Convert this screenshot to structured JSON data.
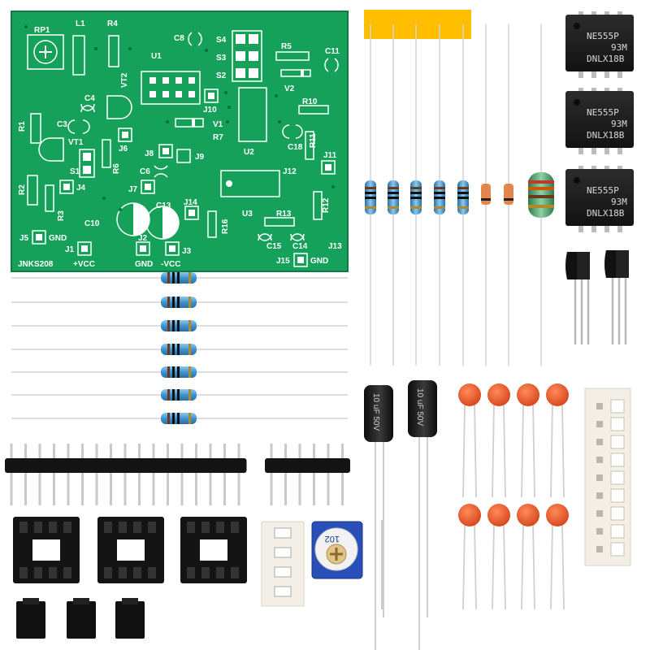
{
  "pcb": {
    "board_name": "JNKS208",
    "labels": {
      "rp1": "RP1",
      "l1": "L1",
      "r4": "R4",
      "c8": "C8",
      "u1": "U1",
      "s4": "S4",
      "s3": "S3",
      "s2": "S2",
      "r5": "R5",
      "c11": "C11",
      "v2": "V2",
      "vt2": "VT2",
      "c4": "C4",
      "r1": "R1",
      "c3": "C3",
      "j6": "J6",
      "j10": "J10",
      "r10": "R10",
      "v1": "V1",
      "r7": "R7",
      "u2": "U2",
      "c18": "C18",
      "r11": "R11",
      "vt1": "VT1",
      "s1": "S1",
      "r6": "R6",
      "j8": "J8",
      "j9": "J9",
      "j11": "J11",
      "c6": "C6",
      "j12": "J12",
      "r2": "R2",
      "r3": "R3",
      "j4": "J4",
      "j7": "J7",
      "c13": "C13",
      "j14": "J14",
      "u3": "U3",
      "r12": "R12",
      "c10": "C10",
      "r13": "R13",
      "r16": "R16",
      "j5": "J5",
      "gnd1": "GND",
      "j1": "J1",
      "j2": "J2",
      "j3": "J3",
      "c15": "C15",
      "c14": "C14",
      "j13": "J13",
      "vcc_plus": "+VCC",
      "gnd2": "GND",
      "vcc_minus": "-VCC",
      "j15": "J15",
      "gnd3": "GND"
    }
  },
  "ics": [
    {
      "line1": "NE555P",
      "line2": "93M",
      "line3": "DNLX18B"
    },
    {
      "line1": "NE555P",
      "line2": "93M",
      "line3": "DNLX18B"
    },
    {
      "line1": "NE555P",
      "line2": "93M",
      "line3": "DNLX18B"
    }
  ],
  "electrolytic_caps": [
    {
      "text": "10 uF 50V"
    },
    {
      "text": "10 uF 50V"
    }
  ],
  "trimmer_text": "102",
  "colors": {
    "pcb_green": "#16a15a",
    "silkscreen": "#ffffff",
    "resistor_body": "#4a9fd6",
    "ceramic_cap": "#e8572b",
    "tape_label": "#ffbf00",
    "ic_body": "#1e1e1e",
    "socket": "#141414",
    "diode_glass": "#e07a3c"
  }
}
